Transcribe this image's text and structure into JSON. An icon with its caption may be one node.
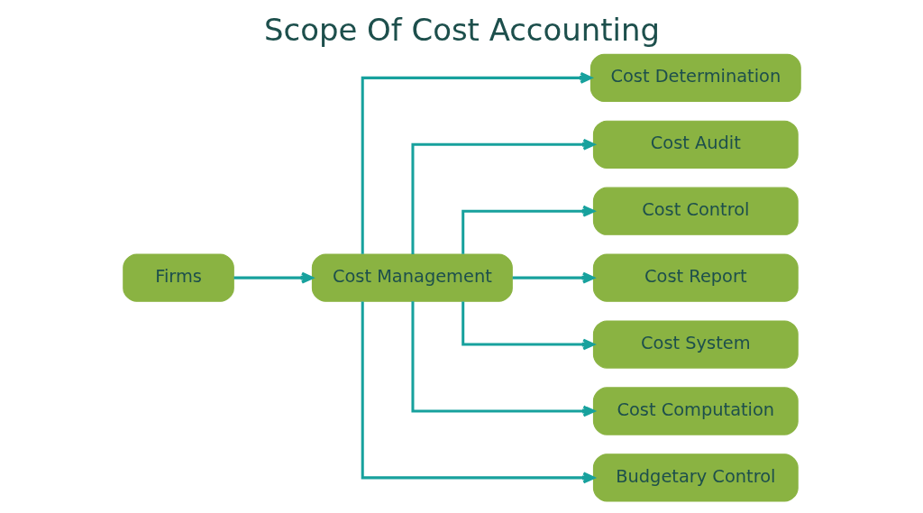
{
  "diagram": {
    "title": "Scope Of Cost Accounting",
    "nodes": [
      {
        "text": [
          "Firms"
        ]
      },
      {
        "text": [
          "Cost Management"
        ]
      },
      {
        "text": [
          "Cost Determination"
        ]
      },
      {
        "text": [
          "Cost Audit"
        ]
      },
      {
        "text": [
          "Cost Control"
        ]
      },
      {
        "text": [
          "Cost Report"
        ]
      },
      {
        "text": [
          "Cost System"
        ]
      },
      {
        "text": [
          "Cost Computation"
        ]
      },
      {
        "text": [
          "Budgetary Control"
        ]
      }
    ],
    "edges": [
      {
        "from": 0,
        "to": 1,
        "arrow": "to"
      },
      {
        "from": 1,
        "to": 2,
        "arrow": "to"
      },
      {
        "from": 1,
        "to": 3,
        "arrow": "to"
      },
      {
        "from": 1,
        "to": 4,
        "arrow": "to"
      },
      {
        "from": 1,
        "to": 5,
        "arrow": "to"
      },
      {
        "from": 1,
        "to": 6,
        "arrow": "to"
      },
      {
        "from": 1,
        "to": 7,
        "arrow": "to"
      },
      {
        "from": 1,
        "to": 8,
        "arrow": "to"
      }
    ]
  }
}
